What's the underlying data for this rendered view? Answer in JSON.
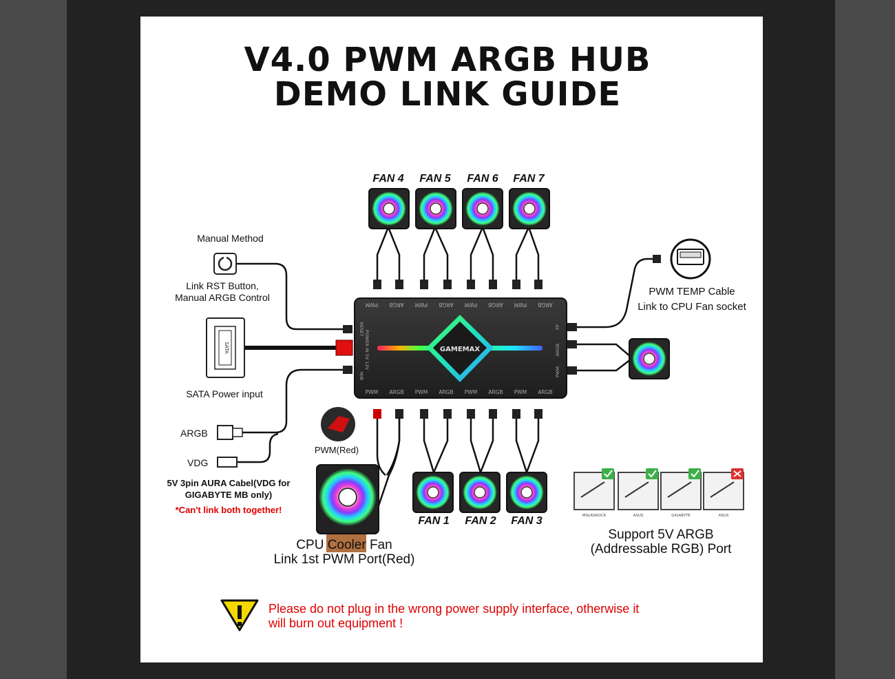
{
  "title": {
    "line1": "V4.0 PWM ARGB HUB",
    "line2": "DEMO LINK GUIDE"
  },
  "fans_top": [
    "FAN 4",
    "FAN 5",
    "FAN 6",
    "FAN 7"
  ],
  "fans_bottom": [
    "FAN 1",
    "FAN 2",
    "FAN 3"
  ],
  "hub": {
    "brand": "GAMEMAX",
    "top_ports": [
      "PWM",
      "ARGB",
      "PWM",
      "ARGB",
      "PWM",
      "ARGB",
      "PWM",
      "ARGB"
    ],
    "bottom_ports": [
      "PWM",
      "ARGB",
      "PWM",
      "ARGB",
      "PWM",
      "ARGB",
      "PWM",
      "ARGB"
    ],
    "left_ports": [
      "RESET",
      "POWER IN 5V 12V",
      "M/B"
    ],
    "right_ports": [
      "FP",
      "ARGB",
      "PWM"
    ]
  },
  "labels": {
    "manual_method": "Manual Method",
    "rst_line1": "Link RST Button,",
    "rst_line2": "Manual ARGB Control",
    "sata": "SATA Power input",
    "sata_plug": "SATA",
    "argb": "ARGB",
    "vdg": "VDG",
    "aura_line1": "5V 3pin AURA Cabel(VDG for",
    "aura_line2": "GIGABYTE MB only)",
    "cant_link": "*Can't link both together!",
    "pwm_red": "PWM(Red)",
    "cpu_line1": "CPU Cooler Fan",
    "cpu_line2": "Link 1st PWM Port(Red)",
    "pwm_temp_line1": "PWM TEMP Cable",
    "pwm_temp_line2": "Link to CPU Fan socket",
    "support_line1": "Support 5V ARGB",
    "support_line2": "(Addressable RGB) Port",
    "warning_line1": "Please do not plug in the wrong power supply interface, otherwise it",
    "warning_line2": "will burn out equipment !"
  },
  "mb_brands": [
    "MSI/ASROCK",
    "ASUS",
    "GIGABYTE",
    "ASUS"
  ],
  "mb_status": [
    "ok",
    "ok",
    "ok",
    "no"
  ],
  "colors": {
    "ok": "#3db04a",
    "no": "#e03030",
    "warn_yellow": "#f5d800",
    "text_red": "#e00000"
  }
}
